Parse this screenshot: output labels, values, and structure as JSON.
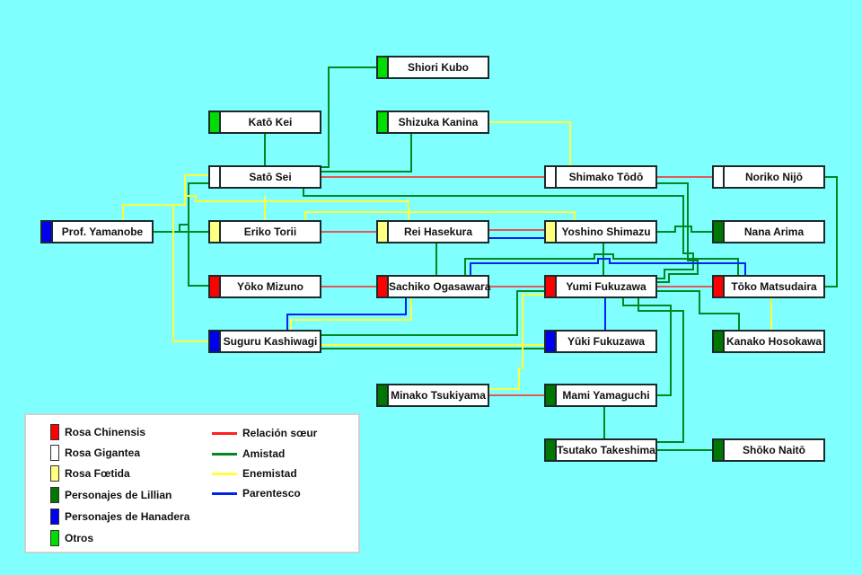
{
  "diagram": {
    "title": "",
    "colors": {
      "background": "#80ffff",
      "rosa_chinensis": "#ff0000",
      "rosa_gigantea": "#ffffff",
      "rosa_foetida": "#ffff80",
      "lillian": "#007700",
      "hanadera": "#0000ee",
      "otros": "#00dd00",
      "soeur": "#ff2020",
      "amistad": "#008822",
      "enemistad": "#ffff40",
      "parentesco": "#0022ee"
    },
    "nodes": [
      {
        "id": "shiori",
        "label": "Shiori Kubo",
        "group": "otros"
      },
      {
        "id": "kato",
        "label": "Katō Kei",
        "group": "otros"
      },
      {
        "id": "shizuka",
        "label": "Shizuka Kanina",
        "group": "otros"
      },
      {
        "id": "sato",
        "label": "Satō Sei",
        "group": "rosa_gigantea"
      },
      {
        "id": "shimako",
        "label": "Shimako Tōdō",
        "group": "rosa_gigantea"
      },
      {
        "id": "noriko",
        "label": "Noriko Nijō",
        "group": "rosa_gigantea"
      },
      {
        "id": "yamanobe",
        "label": "Prof. Yamanobe",
        "group": "hanadera"
      },
      {
        "id": "eriko",
        "label": "Eriko Torii",
        "group": "rosa_foetida"
      },
      {
        "id": "rei",
        "label": "Rei Hasekura",
        "group": "rosa_foetida"
      },
      {
        "id": "yoshino",
        "label": "Yoshino Shimazu",
        "group": "rosa_foetida"
      },
      {
        "id": "nana",
        "label": "Nana Arima",
        "group": "lillian"
      },
      {
        "id": "yoko",
        "label": "Yōko Mizuno",
        "group": "rosa_chinensis"
      },
      {
        "id": "sachiko",
        "label": "Sachiko Ogasawara",
        "group": "rosa_chinensis"
      },
      {
        "id": "yumi",
        "label": "Yumi Fukuzawa",
        "group": "rosa_chinensis"
      },
      {
        "id": "toko",
        "label": "Tōko Matsudaira",
        "group": "rosa_chinensis"
      },
      {
        "id": "suguru",
        "label": "Suguru Kashiwagi",
        "group": "hanadera"
      },
      {
        "id": "yuki",
        "label": "Yūki Fukuzawa",
        "group": "hanadera"
      },
      {
        "id": "kanako",
        "label": "Kanako Hosokawa",
        "group": "lillian"
      },
      {
        "id": "minako",
        "label": "Minako Tsukiyama",
        "group": "lillian"
      },
      {
        "id": "mami",
        "label": "Mami Yamaguchi",
        "group": "lillian"
      },
      {
        "id": "tsutako",
        "label": "Tsutako Takeshima",
        "group": "lillian"
      },
      {
        "id": "shoko",
        "label": "Shōko Naitō",
        "group": "lillian"
      }
    ],
    "edges": [
      {
        "from": "sato",
        "to": "shimako",
        "type": "soeur"
      },
      {
        "from": "shimako",
        "to": "noriko",
        "type": "soeur"
      },
      {
        "from": "eriko",
        "to": "rei",
        "type": "soeur"
      },
      {
        "from": "rei",
        "to": "yoshino",
        "type": "soeur"
      },
      {
        "from": "yoko",
        "to": "sachiko",
        "type": "soeur"
      },
      {
        "from": "sachiko",
        "to": "yumi",
        "type": "soeur"
      },
      {
        "from": "yumi",
        "to": "toko",
        "type": "soeur"
      },
      {
        "from": "minako",
        "to": "mami",
        "type": "soeur"
      },
      {
        "from": "kato",
        "to": "sato",
        "type": "amistad"
      },
      {
        "from": "shiori",
        "to": "sato",
        "type": "amistad"
      },
      {
        "from": "shizuka",
        "to": "sato",
        "type": "amistad"
      },
      {
        "from": "yamanobe",
        "to": "eriko",
        "type": "amistad"
      },
      {
        "from": "sato",
        "to": "eriko",
        "type": "amistad"
      },
      {
        "from": "sato",
        "to": "yoko",
        "type": "amistad"
      },
      {
        "from": "rei",
        "to": "sachiko",
        "type": "amistad"
      },
      {
        "from": "yoshino",
        "to": "nana",
        "type": "amistad"
      },
      {
        "from": "yoshino",
        "to": "yumi",
        "type": "amistad"
      },
      {
        "from": "noriko",
        "to": "toko",
        "type": "amistad"
      },
      {
        "from": "sato",
        "to": "yumi",
        "type": "amistad"
      },
      {
        "from": "shimako",
        "to": "yumi",
        "type": "amistad"
      },
      {
        "from": "sachiko",
        "to": "toko",
        "type": "amistad"
      },
      {
        "from": "suguru",
        "to": "yumi",
        "type": "amistad"
      },
      {
        "from": "suguru",
        "to": "yuki",
        "type": "amistad"
      },
      {
        "from": "yumi",
        "to": "kanako",
        "type": "amistad"
      },
      {
        "from": "yumi",
        "to": "mami",
        "type": "amistad"
      },
      {
        "from": "yumi",
        "to": "tsutako",
        "type": "amistad"
      },
      {
        "from": "mami",
        "to": "tsutako",
        "type": "amistad"
      },
      {
        "from": "tsutako",
        "to": "shoko",
        "type": "amistad"
      },
      {
        "from": "shizuka",
        "to": "shimako",
        "type": "enemistad"
      },
      {
        "from": "sato",
        "to": "yamanobe",
        "type": "enemistad"
      },
      {
        "from": "sato",
        "to": "suguru",
        "type": "enemistad"
      },
      {
        "from": "eriko",
        "to": "yoshino",
        "type": "enemistad"
      },
      {
        "from": "sato",
        "to": "rei",
        "type": "enemistad"
      },
      {
        "from": "sachiko",
        "to": "suguru",
        "type": "enemistad"
      },
      {
        "from": "suguru",
        "to": "yuki",
        "type": "enemistad"
      },
      {
        "from": "minako",
        "to": "yumi",
        "type": "enemistad"
      },
      {
        "from": "toko",
        "to": "kanako",
        "type": "enemistad"
      },
      {
        "from": "rei",
        "to": "yoshino",
        "type": "parentesco"
      },
      {
        "from": "sachiko",
        "to": "suguru",
        "type": "parentesco"
      },
      {
        "from": "sachiko",
        "to": "toko",
        "type": "parentesco"
      },
      {
        "from": "yumi",
        "to": "yuki",
        "type": "parentesco"
      }
    ]
  },
  "legend": {
    "groups": [
      {
        "label": "Rosa Chinensis",
        "color": "#ff0000"
      },
      {
        "label": "Rosa Gigantea",
        "color": "#ffffff"
      },
      {
        "label": "Rosa Fœtida",
        "color": "#ffff80"
      },
      {
        "label": "Personajes de Lillian",
        "color": "#007700"
      },
      {
        "label": "Personajes de Hanadera",
        "color": "#0000ee"
      },
      {
        "label": "Otros",
        "color": "#00dd00"
      }
    ],
    "relations": [
      {
        "label": "Relación sœur",
        "color": "#ff2020"
      },
      {
        "label": "Amistad",
        "color": "#008822"
      },
      {
        "label": "Enemistad",
        "color": "#ffff40"
      },
      {
        "label": "Parentesco",
        "color": "#0022ee"
      }
    ]
  }
}
